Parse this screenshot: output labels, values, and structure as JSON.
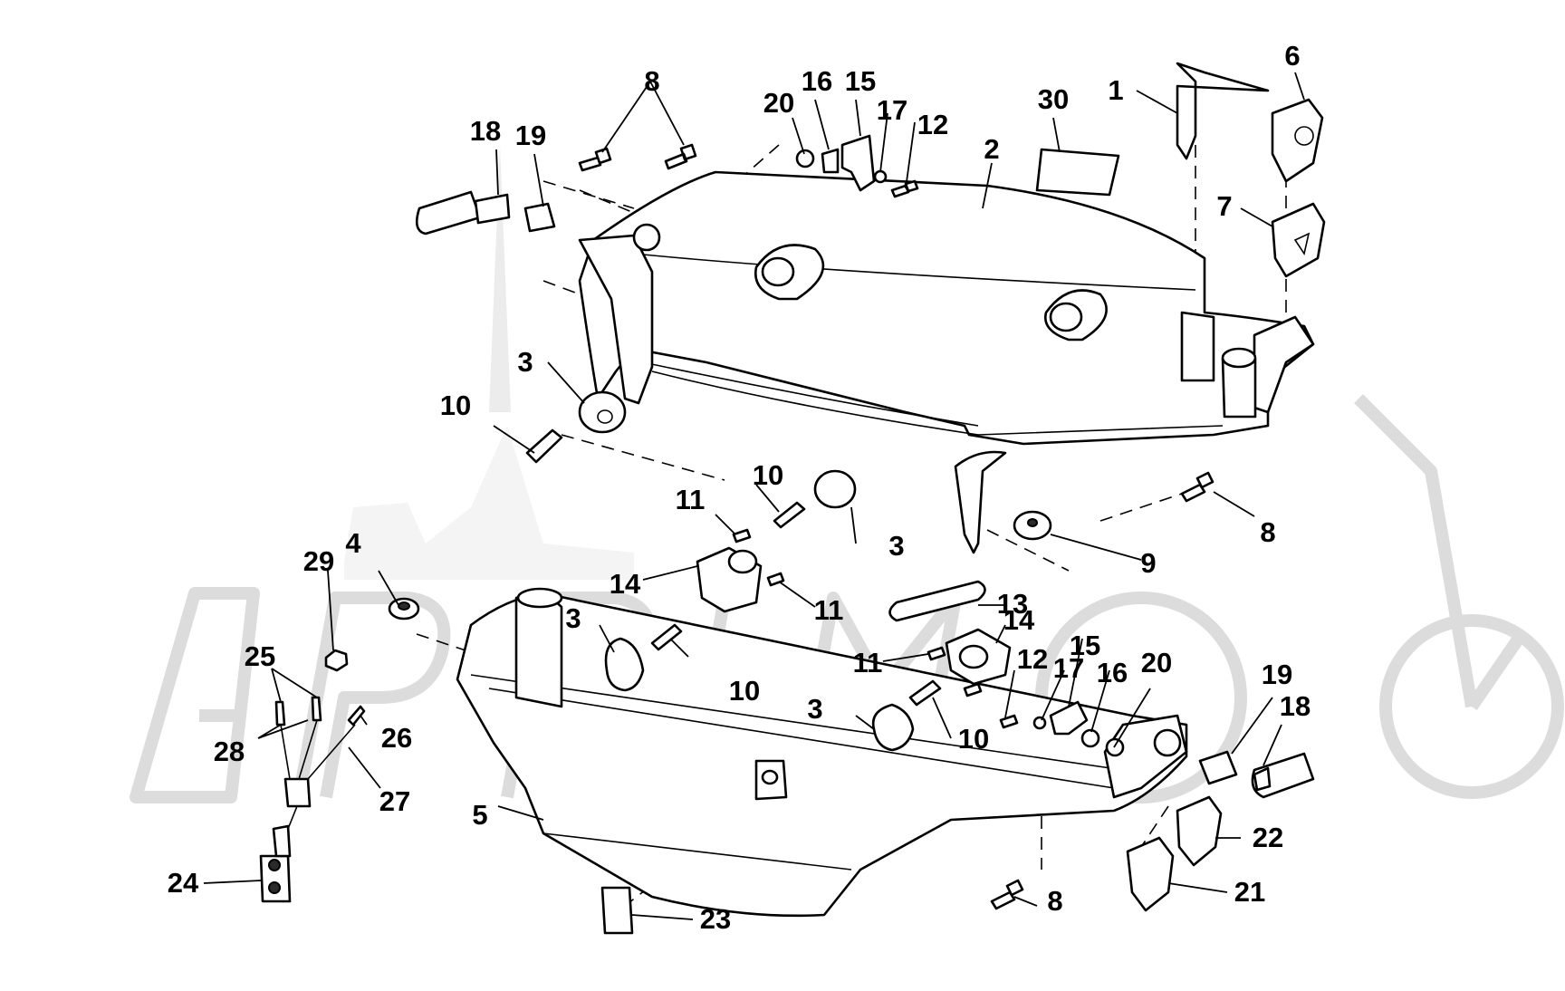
{
  "diagram": {
    "callouts": [
      {
        "id": "c1",
        "label": "1"
      },
      {
        "id": "c2",
        "label": "2"
      },
      {
        "id": "c3a",
        "label": "3"
      },
      {
        "id": "c3b",
        "label": "3"
      },
      {
        "id": "c3c",
        "label": "3"
      },
      {
        "id": "c3d",
        "label": "3"
      },
      {
        "id": "c4",
        "label": "4"
      },
      {
        "id": "c5",
        "label": "5"
      },
      {
        "id": "c6",
        "label": "6"
      },
      {
        "id": "c7",
        "label": "7"
      },
      {
        "id": "c8a",
        "label": "8"
      },
      {
        "id": "c8b",
        "label": "8"
      },
      {
        "id": "c8c",
        "label": "8"
      },
      {
        "id": "c9",
        "label": "9"
      },
      {
        "id": "c10a",
        "label": "10"
      },
      {
        "id": "c10b",
        "label": "10"
      },
      {
        "id": "c10c",
        "label": "10"
      },
      {
        "id": "c10d",
        "label": "10"
      },
      {
        "id": "c11a",
        "label": "11"
      },
      {
        "id": "c11b",
        "label": "11"
      },
      {
        "id": "c11c",
        "label": "11"
      },
      {
        "id": "c12a",
        "label": "12"
      },
      {
        "id": "c12b",
        "label": "12"
      },
      {
        "id": "c13",
        "label": "13"
      },
      {
        "id": "c14a",
        "label": "14"
      },
      {
        "id": "c14b",
        "label": "14"
      },
      {
        "id": "c15a",
        "label": "15"
      },
      {
        "id": "c15b",
        "label": "15"
      },
      {
        "id": "c16a",
        "label": "16"
      },
      {
        "id": "c16b",
        "label": "16"
      },
      {
        "id": "c17a",
        "label": "17"
      },
      {
        "id": "c17b",
        "label": "17"
      },
      {
        "id": "c18a",
        "label": "18"
      },
      {
        "id": "c18b",
        "label": "18"
      },
      {
        "id": "c19a",
        "label": "19"
      },
      {
        "id": "c19b",
        "label": "19"
      },
      {
        "id": "c20a",
        "label": "20"
      },
      {
        "id": "c20b",
        "label": "20"
      },
      {
        "id": "c21",
        "label": "21"
      },
      {
        "id": "c22",
        "label": "22"
      },
      {
        "id": "c23",
        "label": "23"
      },
      {
        "id": "c24",
        "label": "24"
      },
      {
        "id": "c25",
        "label": "25"
      },
      {
        "id": "c26",
        "label": "26"
      },
      {
        "id": "c27",
        "label": "27"
      },
      {
        "id": "c28",
        "label": "28"
      },
      {
        "id": "c29",
        "label": "29"
      },
      {
        "id": "c30",
        "label": "30"
      }
    ],
    "watermark": {
      "text": "APRIMOTO",
      "color": "#dcdcdc"
    },
    "colors": {
      "line": "#000000",
      "background": "#ffffff",
      "fill_dark": "#2b2b2b"
    }
  }
}
